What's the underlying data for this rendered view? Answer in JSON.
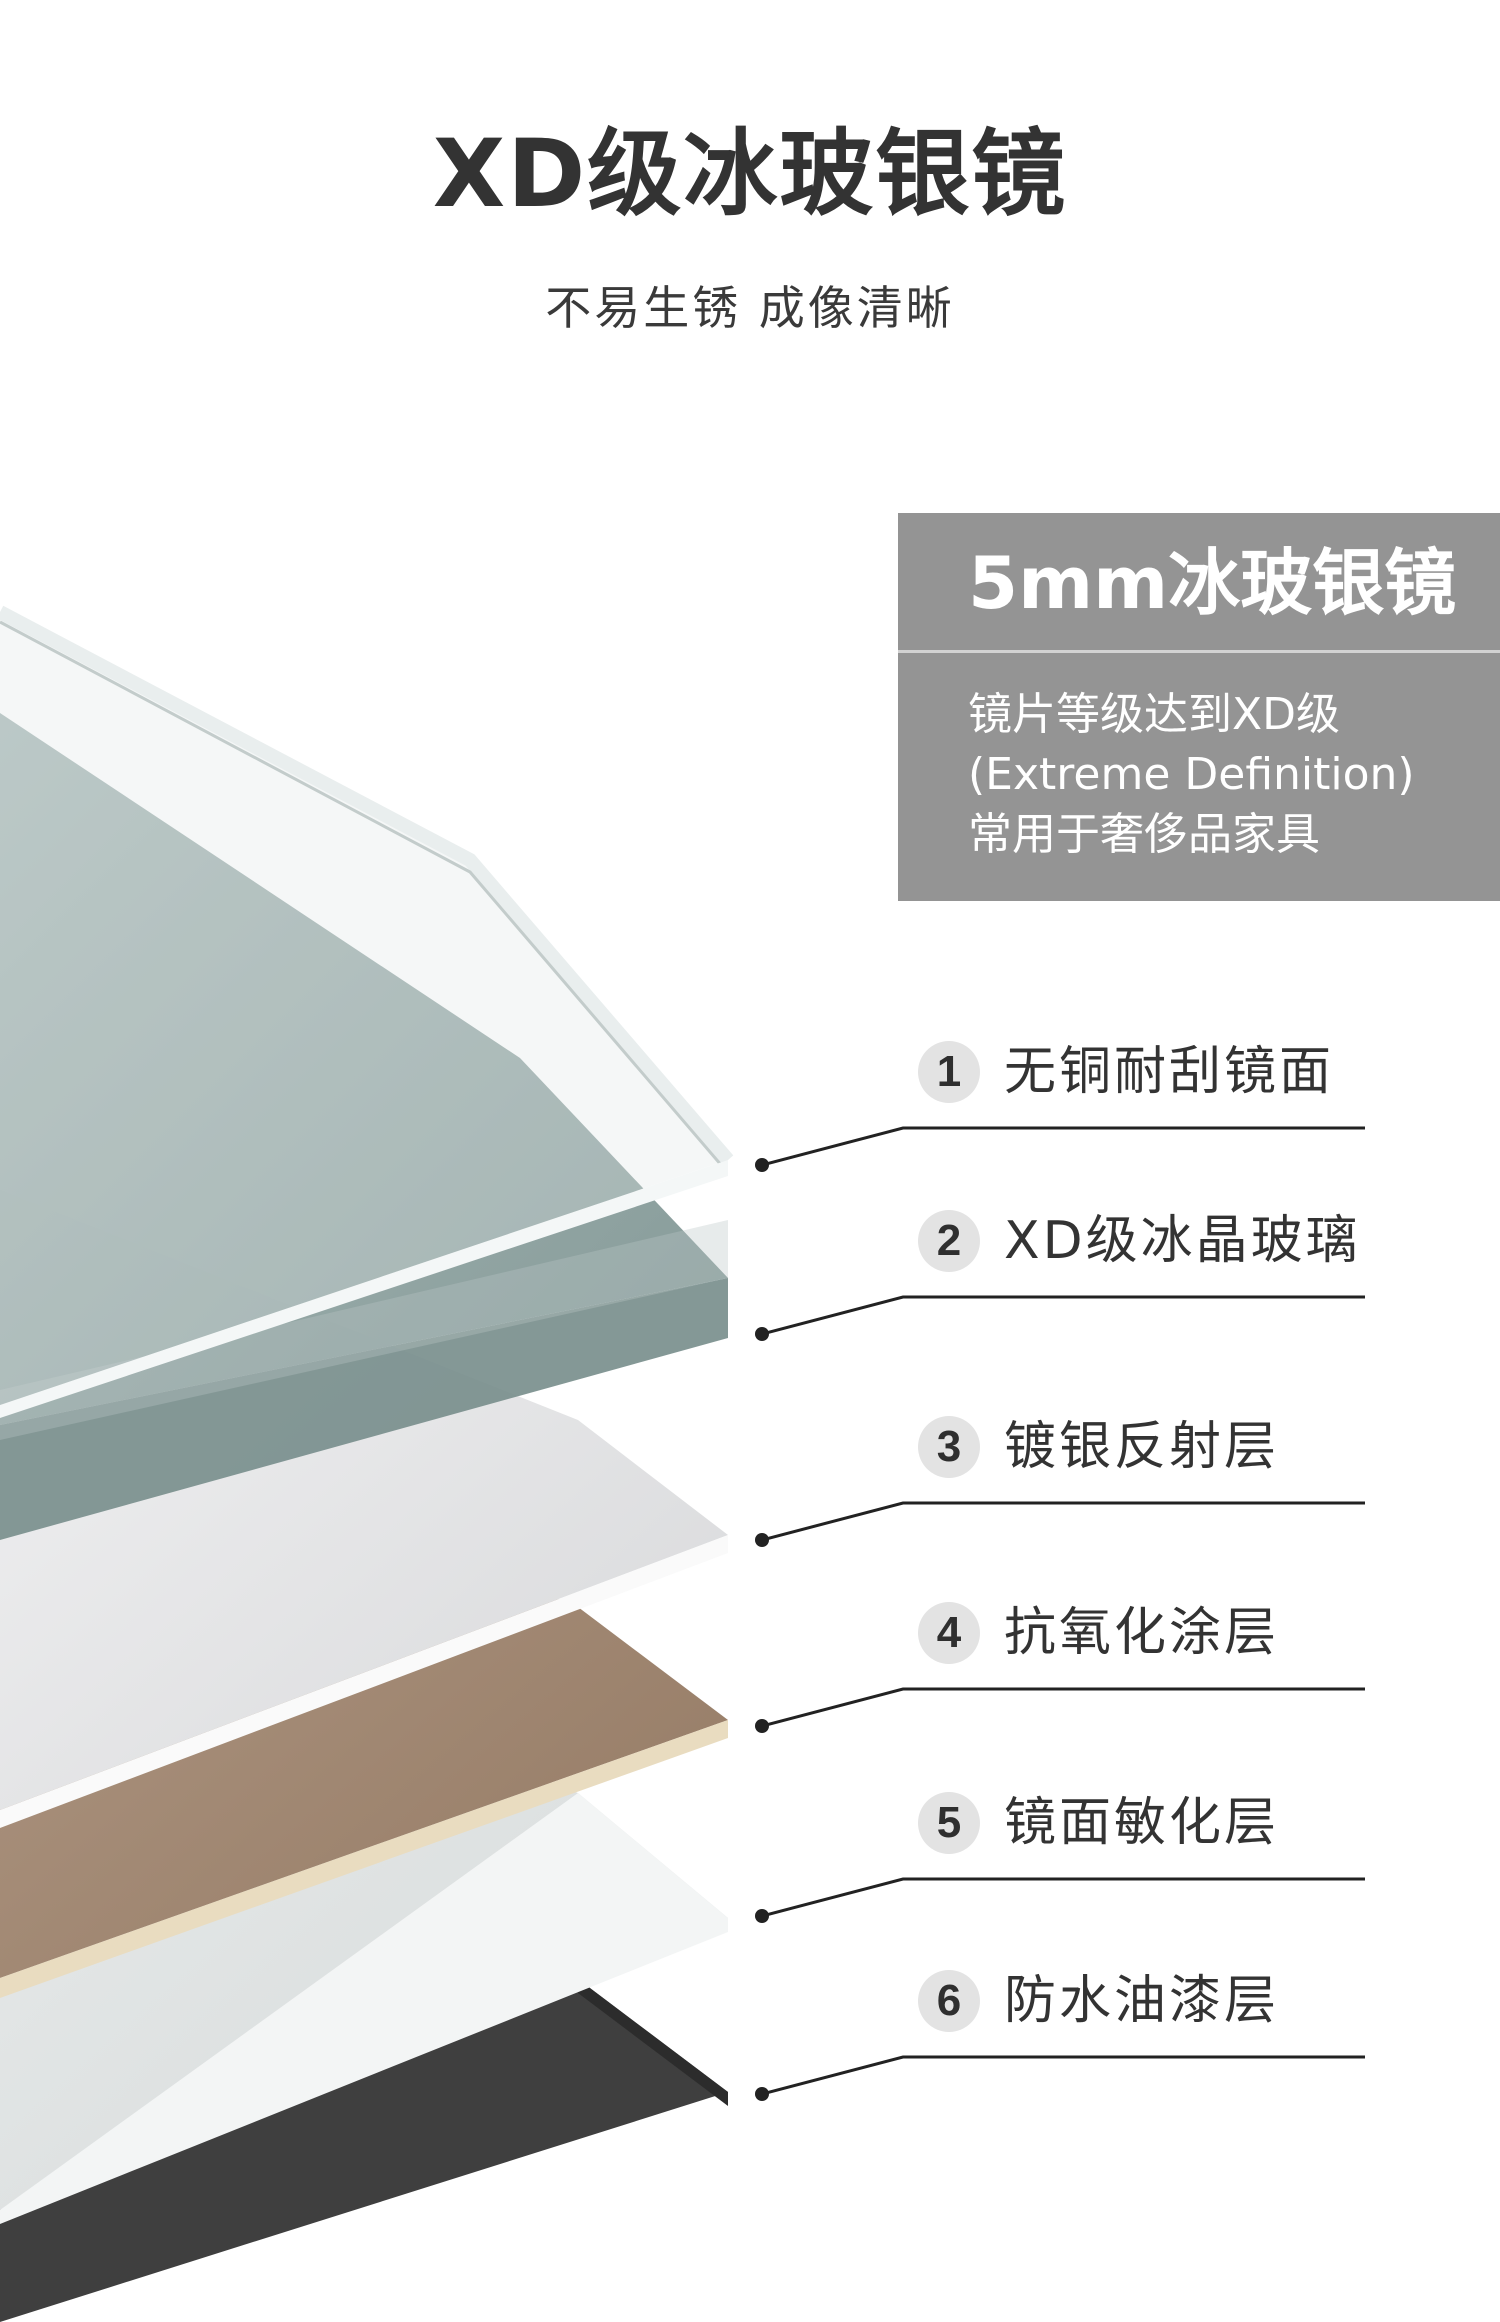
{
  "header": {
    "title": "XD级冰玻银镜",
    "subtitle": "不易生锈 成像清晰"
  },
  "info": {
    "heading": "5mm冰玻银镜",
    "lines": [
      "镜片等级达到XD级",
      "(Extreme Definition)",
      "常用于奢侈品家具"
    ]
  },
  "layers": [
    {
      "number": "1",
      "label": "无铜耐刮镜面",
      "color": "#e6eae9"
    },
    {
      "number": "2",
      "label": "XD级冰晶玻璃",
      "color": "#8fa3a1"
    },
    {
      "number": "3",
      "label": "镀银反射层",
      "color": "#e5e6e7"
    },
    {
      "number": "4",
      "label": "抗氧化涂层",
      "color": "#a58b74"
    },
    {
      "number": "5",
      "label": "镜面敏化层",
      "color": "#dfe3e3"
    },
    {
      "number": "6",
      "label": "防水油漆层",
      "color": "#404040"
    }
  ]
}
